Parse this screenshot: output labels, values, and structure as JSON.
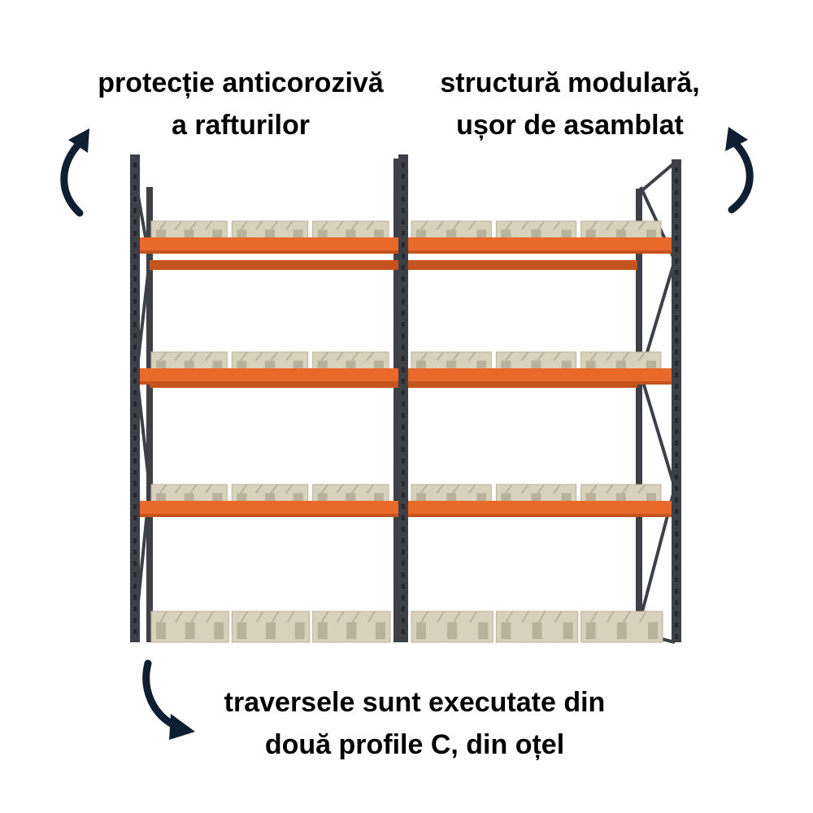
{
  "captions": {
    "top_left": [
      "protecție anticorozivă",
      "a rafturilor"
    ],
    "top_right": [
      "structură modulară,",
      "ușor de asamblat"
    ],
    "bottom": [
      "traversele sunt executate din",
      "două profile C, din oțel"
    ]
  },
  "icons": [
    "curved-arrow-up-left-icon",
    "curved-arrow-up-right-icon",
    "curved-arrow-down-right-icon"
  ],
  "colors": {
    "beam": "#e8692a",
    "beam_shadow": "#c4531d",
    "upright": "#3d4147",
    "upright_dark": "#25282c",
    "pallet": "#d8d2bd",
    "pallet_shadow": "#b9b29a",
    "arrow": "#0f1f33"
  },
  "rack": {
    "bays": 2,
    "loaded_levels": 3,
    "pallets_per_bay_level": 3
  }
}
